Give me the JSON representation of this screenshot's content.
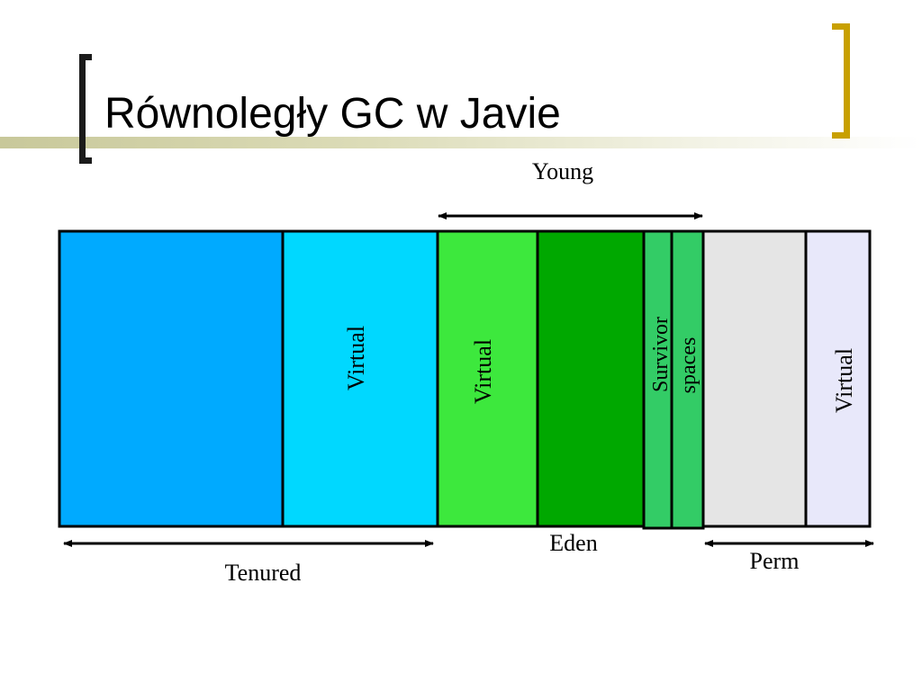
{
  "slide": {
    "title": "Równoległy GC w Javie"
  },
  "diagram": {
    "top_labels": {
      "young": "Young"
    },
    "bottom_labels": {
      "tenured": "Tenured",
      "eden": "Eden",
      "perm": "Perm"
    },
    "segments": [
      {
        "id": "tenured",
        "label": "",
        "color": "#00aaff"
      },
      {
        "id": "tenured-virtual",
        "label": "Virtual",
        "color": "#00d8ff"
      },
      {
        "id": "young-virtual",
        "label": "Virtual",
        "color": "#3de83d"
      },
      {
        "id": "eden",
        "label": "",
        "color": "#00a800"
      },
      {
        "id": "survivor-1",
        "label": "Survivor",
        "color": "#33cc66"
      },
      {
        "id": "survivor-2",
        "label": "spaces",
        "color": "#33cc66"
      },
      {
        "id": "perm",
        "label": "",
        "color": "#e5e5e5"
      },
      {
        "id": "perm-virtual",
        "label": "Virtual",
        "color": "#e8e8fa"
      }
    ]
  },
  "colors": {
    "bracket_left": "#1b1b1b",
    "bracket_right": "#c8a000",
    "border": "#000000"
  }
}
